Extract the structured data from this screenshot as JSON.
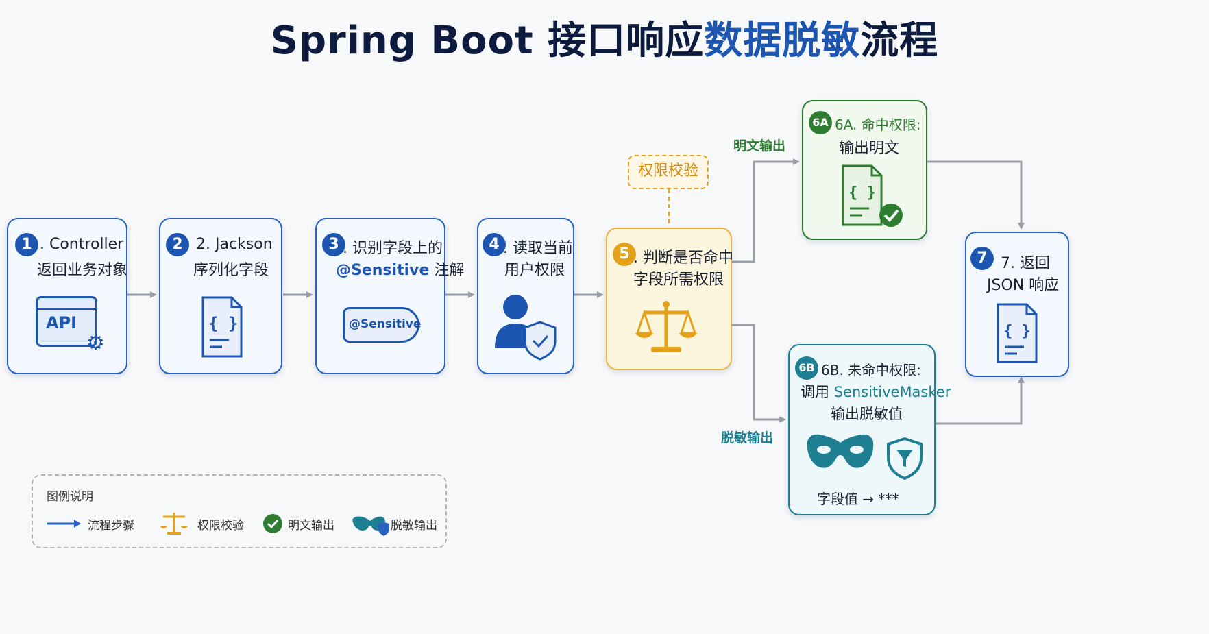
{
  "title": {
    "part1": "Spring Boot 接口响应",
    "part2": "数据脱敏",
    "part3": "流程"
  },
  "steps": {
    "s1": {
      "badge": "1",
      "line1": ". Controller",
      "line2": "返回业务对象",
      "icon_text": "API"
    },
    "s2": {
      "badge": "2",
      "line1": "2. Jackson",
      "line2": "序列化字段"
    },
    "s3": {
      "badge": "3",
      "line1": ". 识别字段上的",
      "line2a": "@Sensitive",
      "line2b": "注解",
      "tag_text": "@Sensitive"
    },
    "s4": {
      "badge": "4",
      "line1": ". 读取当前",
      "line2": "用户权限"
    },
    "s5": {
      "badge": "5",
      "line1": ". 判断是否命中",
      "line2": "字段所需权限",
      "check_tag": "权限校验"
    },
    "s6a": {
      "badge": "6A",
      "line1": "6A. 命中权限:",
      "line2": "输出明文"
    },
    "s6b": {
      "badge": "6B",
      "line1": "6B. 未命中权限:",
      "line2a": "调用 ",
      "line2b": "SensitiveMasker",
      "line3": "输出脱敏值",
      "field_value": "字段值 → ***"
    },
    "s7": {
      "badge": "7",
      "line1": "7. 返回",
      "line2": "JSON 响应"
    }
  },
  "edges": {
    "plain_label": "明文输出",
    "masked_label": "脱敏输出"
  },
  "legend": {
    "title": "图例说明",
    "items": [
      {
        "label": "流程步骤",
        "icon": "arrow-icon"
      },
      {
        "label": "权限校验",
        "icon": "scale-icon"
      },
      {
        "label": "明文输出",
        "icon": "check-icon"
      },
      {
        "label": "脱敏输出",
        "icon": "mask-icon"
      }
    ]
  },
  "colors": {
    "blue": "#1c56b0",
    "yellow": "#e3a21a",
    "green": "#2f7d33",
    "teal": "#1e7f92",
    "arrow": "#9a9ea6"
  }
}
